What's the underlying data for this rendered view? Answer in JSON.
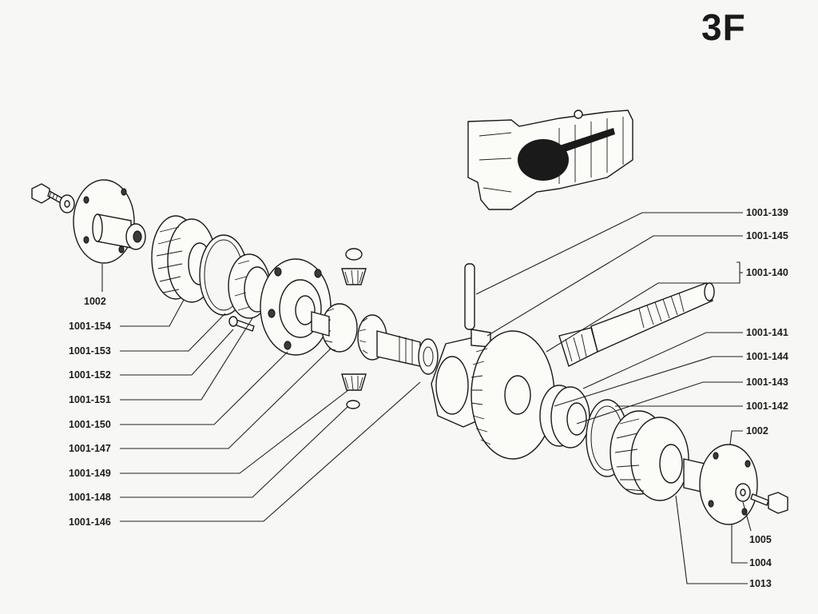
{
  "page_code": "3F",
  "callouts": [
    {
      "id": "l1002a",
      "text": "1002"
    },
    {
      "id": "l154",
      "text": "1001-154"
    },
    {
      "id": "l153",
      "text": "1001-153"
    },
    {
      "id": "l152",
      "text": "1001-152"
    },
    {
      "id": "l151",
      "text": "1001-151"
    },
    {
      "id": "l150",
      "text": "1001-150"
    },
    {
      "id": "l147",
      "text": "1001-147"
    },
    {
      "id": "l149",
      "text": "1001-149"
    },
    {
      "id": "l148",
      "text": "1001-148"
    },
    {
      "id": "l146",
      "text": "1001-146"
    },
    {
      "id": "l139",
      "text": "1001-139"
    },
    {
      "id": "l145",
      "text": "1001-145"
    },
    {
      "id": "l140",
      "text": "1001-140"
    },
    {
      "id": "l141",
      "text": "1001-141"
    },
    {
      "id": "l144",
      "text": "1001-144"
    },
    {
      "id": "l143",
      "text": "1001-143"
    },
    {
      "id": "l142",
      "text": "1001-142"
    },
    {
      "id": "l1002b",
      "text": "1002"
    },
    {
      "id": "l1005",
      "text": "1005"
    },
    {
      "id": "l1004",
      "text": "1004"
    },
    {
      "id": "l1013",
      "text": "1013"
    }
  ]
}
